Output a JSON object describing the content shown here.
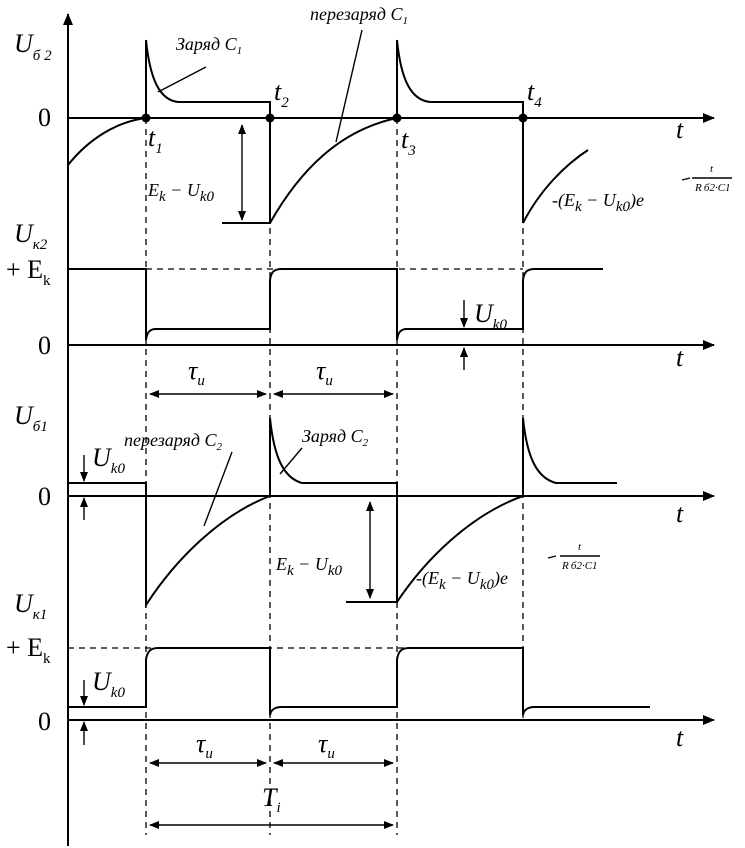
{
  "labels": {
    "zero": "0",
    "t_axis": "t",
    "panel_ub2": {
      "main": "U",
      "sub": "б 2"
    },
    "panel_uk2": {
      "main": "U",
      "sub": "к2"
    },
    "panel_ub1": {
      "main": "U",
      "sub": "б1"
    },
    "panel_uk1": {
      "main": "U",
      "sub": "к1"
    },
    "plus_ek": {
      "main": "+ E",
      "sub": "k"
    },
    "t1": {
      "main": "t",
      "sub": "1"
    },
    "t2": {
      "main": "t",
      "sub": "2"
    },
    "t3": {
      "main": "t",
      "sub": "3"
    },
    "t4": {
      "main": "t",
      "sub": "4"
    },
    "charge_c1": "Заряд C",
    "recharge_c1": "перезаряд C",
    "charge_c2": "Заряд C",
    "recharge_c2": "перезаряд C",
    "c1_index": "1",
    "c2_index": "2",
    "ek_minus_uk0": {
      "e": "E",
      "ek": "k",
      "minus": " − U",
      "uk": "k0"
    },
    "uk0": {
      "main": "U",
      "sub": "k0"
    },
    "exp_formula": {
      "pre": "-(E",
      "ek": "k",
      "mid": " − U",
      "uk": "k0",
      "post": ")e",
      "num": "t",
      "den_c1": "R б2·C1"
    },
    "tau": {
      "main": "τ",
      "sub": "и"
    },
    "period": {
      "main": "T",
      "sub": "i"
    }
  }
}
